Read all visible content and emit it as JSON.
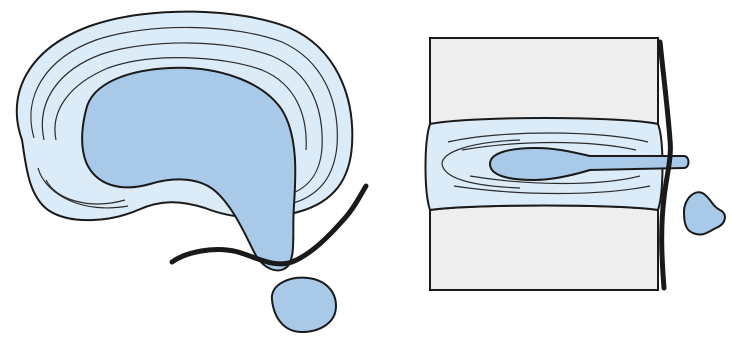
{
  "colors": {
    "background": "#ffffff",
    "outline": "#1a1a1a",
    "annulus_fill": "#dcebf8",
    "nucleus_fill": "#a9c9e9",
    "vertebra_fill": "#eeeeee",
    "line_stroke": "#2b2b2b"
  },
  "panels": [
    {
      "id": "axial-view",
      "elements": [
        "annulus-fibrosus",
        "annulus-lamellae",
        "nucleus-pulposus",
        "nerve-line",
        "extruded-fragment"
      ]
    },
    {
      "id": "sagittal-view",
      "elements": [
        "upper-vertebral-body",
        "lower-vertebral-body",
        "intervertebral-disc",
        "disc-lamellae",
        "nucleus-pulposus-tract",
        "posterior-ligament-line",
        "extruded-fragment"
      ]
    }
  ]
}
